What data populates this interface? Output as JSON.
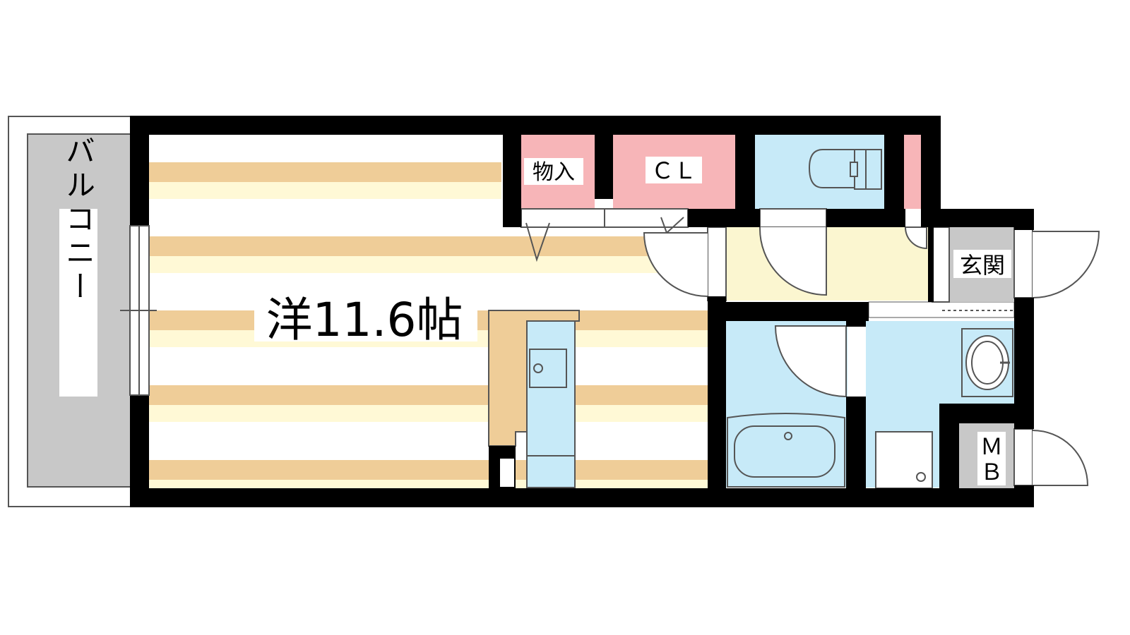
{
  "rooms": {
    "balcony": "バルコニー",
    "western_room": "洋11.6帖",
    "storage": "物入",
    "closet": "ＣＬ",
    "entrance": "玄関",
    "meter_box_line1": "Ｍ",
    "meter_box_line2": "Ｂ"
  },
  "colors": {
    "wall": "#000000",
    "floor_stripe": "#efcd98",
    "floor_stripe_light": "#fff9d6",
    "closet": "#f7b5b8",
    "wet_area": "#c7eaf8",
    "hallway": "#fbf6d0",
    "gray_area": "#c8c8c8",
    "counter": "#efcd98"
  }
}
